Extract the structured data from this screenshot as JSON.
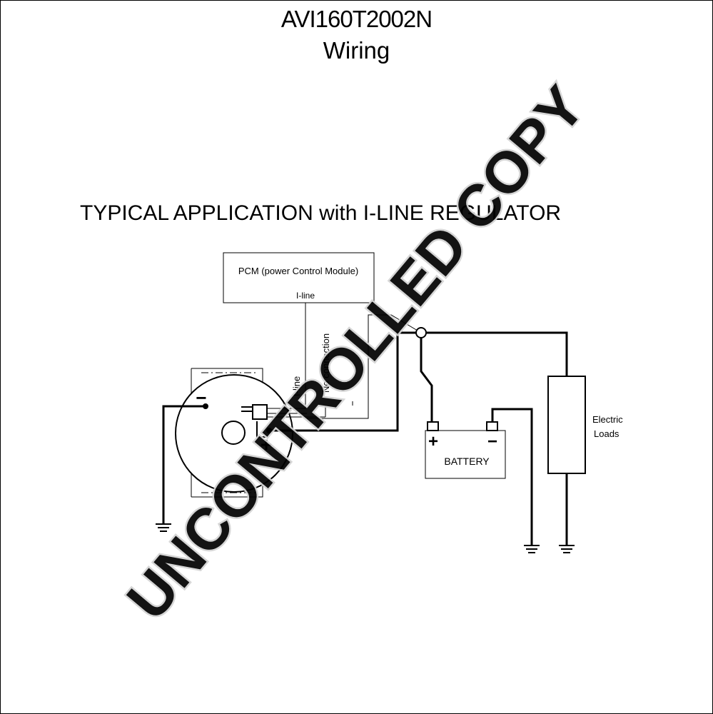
{
  "header": {
    "part_number": "AVI160T2002N",
    "subtitle": "Wiring"
  },
  "diagram": {
    "heading": "TYPICAL APPLICATION with I-LINE REGULATOR",
    "pcm_label": "PCM (power Control Module)",
    "pcm_iline_label": "I-line",
    "wire_iline_label": "I-line",
    "wire_noconnection_label": "No connection",
    "minus_sign": "−",
    "plus_sign": "+",
    "battery_label": "BATTERY",
    "battery_plus": "+",
    "battery_minus": "−",
    "loads_label_line1": "Electric",
    "loads_label_line2": "Loads",
    "watermark": "UNCONTROLLED COPY",
    "ground_icon": "ground-symbol-icon"
  },
  "colors": {
    "line": "#000000",
    "watermark": "#d9d9d9",
    "background": "#ffffff"
  }
}
